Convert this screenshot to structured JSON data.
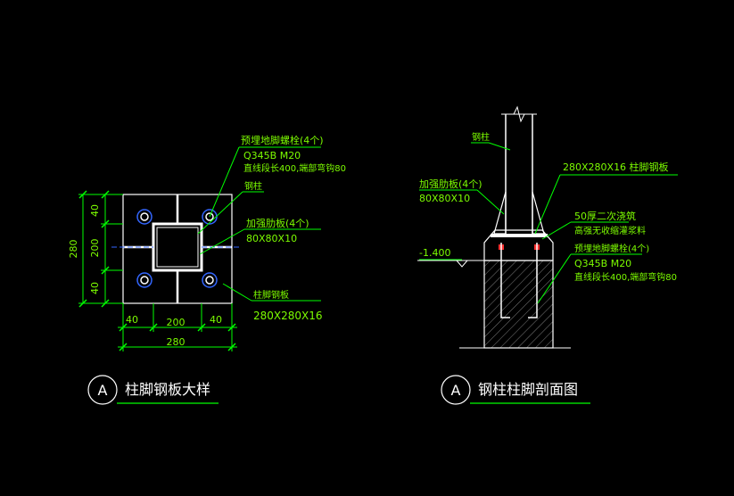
{
  "colors": {
    "background": "#000000",
    "text": "#7CFC00",
    "outline": "#ffffff",
    "leader": "#00ff00",
    "bolt": "#3366ff",
    "accent": "#ff3030",
    "hatch": "#bbbbbb"
  },
  "plan": {
    "title": "柱脚钢板大样",
    "mark": "A",
    "label_bolt": "预埋地脚螺栓(4个)",
    "label_bolt_spec1": "Q345B M20",
    "label_bolt_spec2": "直线段长400,端部弯钩80",
    "label_column": "钢柱",
    "label_stiffener": "加强肋板(4个)",
    "label_stiffener_size": "80X80X10",
    "label_plate": "柱脚钢板",
    "label_plate_size": "280X280X16",
    "dim_left_top": "40",
    "dim_left_mid": "200",
    "dim_left_bot": "40",
    "dim_left_total": "280",
    "dim_bot_left": "40",
    "dim_bot_mid": "200",
    "dim_bot_right": "40",
    "dim_bot_total": "280"
  },
  "section": {
    "title": "钢柱柱脚剖面图",
    "mark": "A",
    "label_column": "钢柱",
    "label_plate_size": "280X280X16 柱脚钢板",
    "label_stiffener": "加强肋板(4个)",
    "label_stiffener_size": "80X80X10",
    "label_grout1": "50厚二次浇筑",
    "label_grout2": "高强无收缩灌浆料",
    "label_bolt": "预埋地脚螺栓(4个)",
    "label_bolt_spec1": "Q345B M20",
    "label_bolt_spec2": "直线段长400,端部弯钩80",
    "elevation": "-1.400"
  }
}
